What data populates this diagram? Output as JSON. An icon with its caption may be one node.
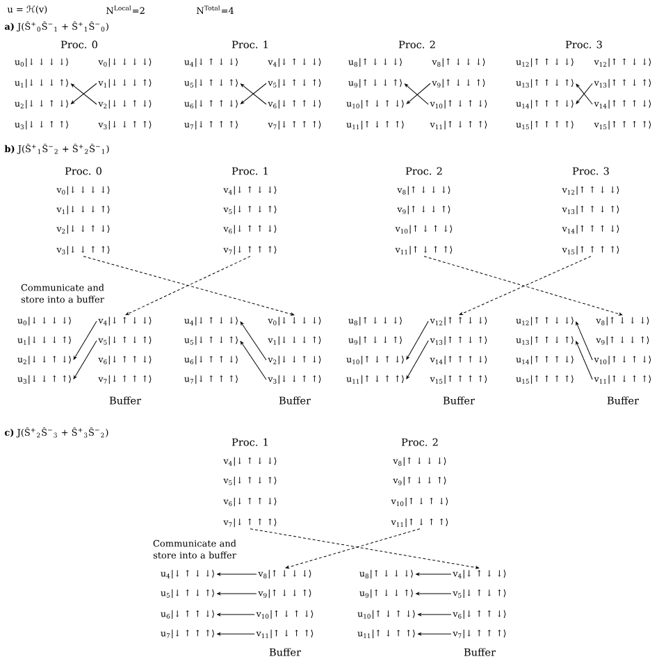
{
  "diagram": {
    "nodes": [
      {
        "text": [
          "u$_{0}$|↓ ↓ ↓ ↓⟩"
        ]
      },
      {
        "text": [
          "u$_{1}$|↓ ↓ ↓ ↑⟩"
        ]
      },
      {
        "text": [
          "u$_{2}$|↓ ↓ ↑ ↓⟩"
        ]
      },
      {
        "text": [
          "u$_{3}$|↓ ↓ ↑ ↑⟩"
        ]
      },
      {
        "text": [
          "v$_{0}$|↓ ↓ ↓ ↓⟩"
        ]
      },
      {
        "text": [
          "v$_{1}$|↓ ↓ ↓ ↑⟩"
        ]
      },
      {
        "text": [
          "v$_{2}$|↓ ↓ ↑ ↓⟩"
        ]
      },
      {
        "text": [
          "v$_{3}$|↓ ↓ ↑ ↑⟩"
        ]
      },
      {
        "text": [
          "u$_{4}$|↓ ↑ ↓ ↓⟩"
        ]
      },
      {
        "text": [
          "u$_{5}$|↓ ↑ ↓ ↑⟩"
        ]
      },
      {
        "text": [
          "u$_{6}$|↓ ↑ ↑ ↓⟩"
        ]
      },
      {
        "text": [
          "u$_{7}$|↓ ↑ ↑ ↑⟩"
        ]
      },
      {
        "text": [
          "v$_{4}$|↓ ↑ ↓ ↓⟩"
        ]
      },
      {
        "text": [
          "v$_{5}$|↓ ↑ ↓ ↑⟩"
        ]
      },
      {
        "text": [
          "v$_{6}$|↓ ↑ ↑ ↓⟩"
        ]
      },
      {
        "text": [
          "v$_{7}$|↓ ↑ ↑ ↑⟩"
        ]
      },
      {
        "text": [
          "u$_{8}$|↑ ↓ ↓ ↓⟩"
        ]
      },
      {
        "text": [
          "u$_{9}$|↑ ↓ ↓ ↑⟩"
        ]
      },
      {
        "text": [
          "u$_{10}$|↑ ↓ ↑ ↓⟩"
        ]
      },
      {
        "text": [
          "u$_{11}$|↑ ↓ ↑ ↑⟩"
        ]
      },
      {
        "text": [
          "v$_{8}$|↑ ↓ ↓ ↓⟩"
        ]
      },
      {
        "text": [
          "v$_{9}$|↑ ↓ ↓ ↑⟩"
        ]
      },
      {
        "text": [
          "v$_{10}$|↑ ↓ ↑ ↓⟩"
        ]
      },
      {
        "text": [
          "v$_{11}$|↑ ↓ ↑ ↑⟩"
        ]
      },
      {
        "text": [
          "u$_{12}$|↑ ↑ ↓ ↓⟩"
        ]
      },
      {
        "text": [
          "u$_{13}$|↑ ↑ ↓ ↑⟩"
        ]
      },
      {
        "text": [
          "u$_{14}$|↑ ↑ ↑ ↓⟩"
        ]
      },
      {
        "text": [
          "u$_{15}$|↑ ↑ ↑ ↑⟩"
        ]
      },
      {
        "text": [
          "v$_{12}$|↑ ↑ ↓ ↓⟩"
        ]
      },
      {
        "text": [
          "v$_{13}$|↑ ↑ ↓ ↑⟩"
        ]
      },
      {
        "text": [
          "v$_{14}$|↑ ↑ ↑ ↓⟩"
        ]
      },
      {
        "text": [
          "v$_{15}$|↑ ↑ ↑ ↑⟩"
        ]
      },
      {
        "text": [
          "v$_{0}$|↓ ↓ ↓ ↓⟩"
        ]
      },
      {
        "text": [
          "v$_{1}$|↓ ↓ ↓ ↑⟩"
        ]
      },
      {
        "text": [
          "v$_{2}$|↓ ↓ ↑ ↓⟩"
        ]
      },
      {
        "text": [
          "v$_{3}$|↓ ↓ ↑ ↑⟩"
        ]
      },
      {
        "text": [
          "v$_{4}$|↓ ↑ ↓ ↓⟩"
        ]
      },
      {
        "text": [
          "v$_{5}$|↓ ↑ ↓ ↑⟩"
        ]
      },
      {
        "text": [
          "v$_{6}$|↓ ↑ ↑ ↓⟩"
        ]
      },
      {
        "text": [
          "v$_{7}$|↓ ↑ ↑ ↑⟩"
        ]
      },
      {
        "text": [
          "v$_{8}$|↑ ↓ ↓ ↓⟩"
        ]
      },
      {
        "text": [
          "v$_{9}$|↑ ↓ ↓ ↑⟩"
        ]
      },
      {
        "text": [
          "v$_{10}$|↑ ↓ ↑ ↓⟩"
        ]
      },
      {
        "text": [
          "v$_{11}$|↑ ↓ ↑ ↑⟩"
        ]
      },
      {
        "text": [
          "v$_{12}$|↑ ↑ ↓ ↓⟩"
        ]
      },
      {
        "text": [
          "v$_{13}$|↑ ↑ ↓ ↑⟩"
        ]
      },
      {
        "text": [
          "v$_{14}$|↑ ↑ ↑ ↓⟩"
        ]
      },
      {
        "text": [
          "v$_{15}$|↑ ↑ ↑ ↑⟩"
        ]
      },
      {
        "text": [
          "u$_{0}$|↓ ↓ ↓ ↓⟩"
        ]
      },
      {
        "text": [
          "u$_{1}$|↓ ↓ ↓ ↑⟩"
        ]
      },
      {
        "text": [
          "u$_{2}$|↓ ↓ ↑ ↓⟩"
        ]
      },
      {
        "text": [
          "u$_{3}$|↓ ↓ ↑ ↑⟩"
        ]
      },
      {
        "text": [
          "v$_{4}$|↓ ↑ ↓ ↓⟩"
        ]
      },
      {
        "text": [
          "v$_{5}$|↓ ↑ ↓ ↑⟩"
        ]
      },
      {
        "text": [
          "v$_{6}$|↓ ↑ ↑ ↓⟩"
        ]
      },
      {
        "text": [
          "v$_{7}$|↓ ↑ ↑ ↑⟩"
        ]
      },
      {
        "text": [
          "u$_{4}$|↓ ↑ ↓ ↓⟩"
        ]
      },
      {
        "text": [
          "u$_{5}$|↓ ↑ ↓ ↑⟩"
        ]
      },
      {
        "text": [
          "u$_{6}$|↓ ↑ ↑ ↓⟩"
        ]
      },
      {
        "text": [
          "u$_{7}$|↓ ↑ ↑ ↑⟩"
        ]
      },
      {
        "text": [
          "v$_{0}$|↓ ↓ ↓ ↓⟩"
        ]
      },
      {
        "text": [
          "v$_{1}$|↓ ↓ ↓ ↑⟩"
        ]
      },
      {
        "text": [
          "v$_{2}$|↓ ↓ ↑ ↓⟩"
        ]
      },
      {
        "text": [
          "v$_{3}$|↓ ↓ ↑ ↑⟩"
        ]
      },
      {
        "text": [
          "u$_{8}$|↑ ↓ ↓ ↓⟩"
        ]
      },
      {
        "text": [
          "u$_{9}$|↑ ↓ ↓ ↑⟩"
        ]
      },
      {
        "text": [
          "u$_{10}$|↑ ↓ ↑ ↓⟩"
        ]
      },
      {
        "text": [
          "u$_{11}$|↑ ↓ ↑ ↑⟩"
        ]
      },
      {
        "text": [
          "v$_{12}$|↑ ↑ ↓ ↓⟩"
        ]
      },
      {
        "text": [
          "v$_{13}$|↑ ↑ ↓ ↑⟩"
        ]
      },
      {
        "text": [
          "v$_{14}$|↑ ↑ ↑ ↓⟩"
        ]
      },
      {
        "text": [
          "v$_{15}$|↑ ↑ ↑ ↑⟩"
        ]
      },
      {
        "text": [
          "u$_{12}$|↑ ↑ ↓ ↓⟩"
        ]
      },
      {
        "text": [
          "u$_{13}$|↑ ↑ ↓ ↑⟩"
        ]
      },
      {
        "text": [
          "u$_{14}$|↑ ↑ ↑ ↓⟩"
        ]
      },
      {
        "text": [
          "u$_{15}$|↑ ↑ ↑ ↑⟩"
        ]
      },
      {
        "text": [
          "v$_{8}$|↑ ↓ ↓ ↓⟩"
        ]
      },
      {
        "text": [
          "v$_{9}$|↑ ↓ ↓ ↑⟩"
        ]
      },
      {
        "text": [
          "v$_{10}$|↑ ↓ ↑ ↓⟩"
        ]
      },
      {
        "text": [
          "v$_{11}$|↑ ↓ ↑ ↑⟩"
        ]
      },
      {
        "text": [
          "v$_{4}$|↓ ↑ ↓ ↓⟩"
        ]
      },
      {
        "text": [
          "v$_{5}$|↓ ↑ ↓ ↑⟩"
        ]
      },
      {
        "text": [
          "v$_{6}$|↓ ↑ ↑ ↓⟩"
        ]
      },
      {
        "text": [
          "v$_{7}$|↓ ↑ ↑ ↑⟩"
        ]
      },
      {
        "text": [
          "v$_{8}$|↑ ↓ ↓ ↓⟩"
        ]
      },
      {
        "text": [
          "v$_{9}$|↑ ↓ ↓ ↑⟩"
        ]
      },
      {
        "text": [
          "v$_{10}$|↑ ↓ ↑ ↓⟩"
        ]
      },
      {
        "text": [
          "v$_{11}$|↑ ↓ ↑ ↑⟩"
        ]
      },
      {
        "text": [
          "u$_{4}$|↓ ↑ ↓ ↓⟩"
        ]
      },
      {
        "text": [
          "u$_{5}$|↓ ↑ ↓ ↑⟩"
        ]
      },
      {
        "text": [
          "u$_{6}$|↓ ↑ ↑ ↓⟩"
        ]
      },
      {
        "text": [
          "u$_{7}$|↓ ↑ ↑ ↑⟩"
        ]
      },
      {
        "text": [
          "v$_{8}$|↑ ↓ ↓ ↓⟩"
        ]
      },
      {
        "text": [
          "v$_{9}$|↑ ↓ ↓ ↑⟩"
        ]
      },
      {
        "text": [
          "v$_{10}$|↑ ↓ ↑ ↓⟩"
        ]
      },
      {
        "text": [
          "v$_{11}$|↑ ↓ ↑ ↑⟩"
        ]
      },
      {
        "text": [
          "u$_{8}$|↑ ↓ ↓ ↓⟩"
        ]
      },
      {
        "text": [
          "u$_{9}$|↑ ↓ ↓ ↑⟩"
        ]
      },
      {
        "text": [
          "u$_{10}$|↑ ↓ ↑ ↓⟩"
        ]
      },
      {
        "text": [
          "u$_{11}$|↑ ↓ ↑ ↑⟩"
        ]
      },
      {
        "text": [
          "v$_{4}$|↓ ↑ ↓ ↓⟩"
        ]
      },
      {
        "text": [
          "v$_{5}$|↓ ↑ ↓ ↑⟩"
        ]
      },
      {
        "text": [
          "v$_{6}$|↓ ↑ ↑ ↓⟩"
        ]
      },
      {
        "text": [
          "v$_{7}$|↓ ↑ ↑ ↑⟩"
        ]
      }
    ],
    "edges": [
      {
        "from": 6,
        "to": 1,
        "arrow": "to"
      },
      {
        "from": 5,
        "to": 2,
        "arrow": "to"
      },
      {
        "from": 14,
        "to": 9,
        "arrow": "to"
      },
      {
        "from": 13,
        "to": 10,
        "arrow": "to"
      },
      {
        "from": 22,
        "to": 17,
        "arrow": "to"
      },
      {
        "from": 21,
        "to": 18,
        "arrow": "to"
      },
      {
        "from": 30,
        "to": 25,
        "arrow": "to"
      },
      {
        "from": 29,
        "to": 26,
        "arrow": "to"
      },
      {
        "from": 35,
        "to": 60,
        "arrow": "to",
        "style": "dashed"
      },
      {
        "from": 39,
        "to": 52,
        "arrow": "to",
        "style": "dashed"
      },
      {
        "from": 43,
        "to": 76,
        "arrow": "to",
        "style": "dashed"
      },
      {
        "from": 47,
        "to": 68,
        "arrow": "to",
        "style": "dashed"
      },
      {
        "from": 52,
        "to": 50,
        "arrow": "to"
      },
      {
        "from": 53,
        "to": 51,
        "arrow": "to"
      },
      {
        "from": 62,
        "to": 56,
        "arrow": "to"
      },
      {
        "from": 63,
        "to": 57,
        "arrow": "to"
      },
      {
        "from": 68,
        "to": 66,
        "arrow": "to"
      },
      {
        "from": 69,
        "to": 67,
        "arrow": "to"
      },
      {
        "from": 78,
        "to": 72,
        "arrow": "to"
      },
      {
        "from": 79,
        "to": 73,
        "arrow": "to"
      },
      {
        "from": 83,
        "to": 100,
        "arrow": "to",
        "style": "dashed"
      },
      {
        "from": 87,
        "to": 92,
        "arrow": "to",
        "style": "dashed"
      },
      {
        "from": 92,
        "to": 88,
        "arrow": "to"
      },
      {
        "from": 93,
        "to": 89,
        "arrow": "to"
      },
      {
        "from": 94,
        "to": 90,
        "arrow": "to"
      },
      {
        "from": 95,
        "to": 91,
        "arrow": "to"
      },
      {
        "from": 100,
        "to": 96,
        "arrow": "to"
      },
      {
        "from": 101,
        "to": 97,
        "arrow": "to"
      },
      {
        "from": 102,
        "to": 98,
        "arrow": "to"
      },
      {
        "from": 103,
        "to": 99,
        "arrow": "to"
      }
    ],
    "labels": [
      "u = ℋ(v)",
      "N$^{Local}$=2",
      "N$^{Total}$=4",
      "**a)** J(Ŝ$^{+}$$_{0}$Ŝ$^{−}$$_{1}$ + Ŝ$^{+}$$_{1}$Ŝ$^{−}$$_{0}$)",
      "Proc. 0",
      "Proc. 1",
      "Proc. 2",
      "Proc. 3",
      "**b)** J(Ŝ$^{+}$$_{1}$Ŝ$^{−}$$_{2}$ + Ŝ$^{+}$$_{2}$Ŝ$^{−}$$_{1}$)",
      "Proc. 0",
      "Proc. 1",
      "Proc. 2",
      "Proc. 3",
      "Communicate and store into a buffer",
      "Buffer",
      "Buffer",
      "Buffer",
      "Buffer",
      "**c)** J(Ŝ$^{+}$$_{2}$Ŝ$^{−}$$_{3}$ + Ŝ$^{+}$$_{3}$Ŝ$^{−}$$_{2}$)",
      "Proc. 1",
      "Proc. 2",
      "Communicate and store into a buffer",
      "Buffer",
      "Buffer"
    ]
  }
}
